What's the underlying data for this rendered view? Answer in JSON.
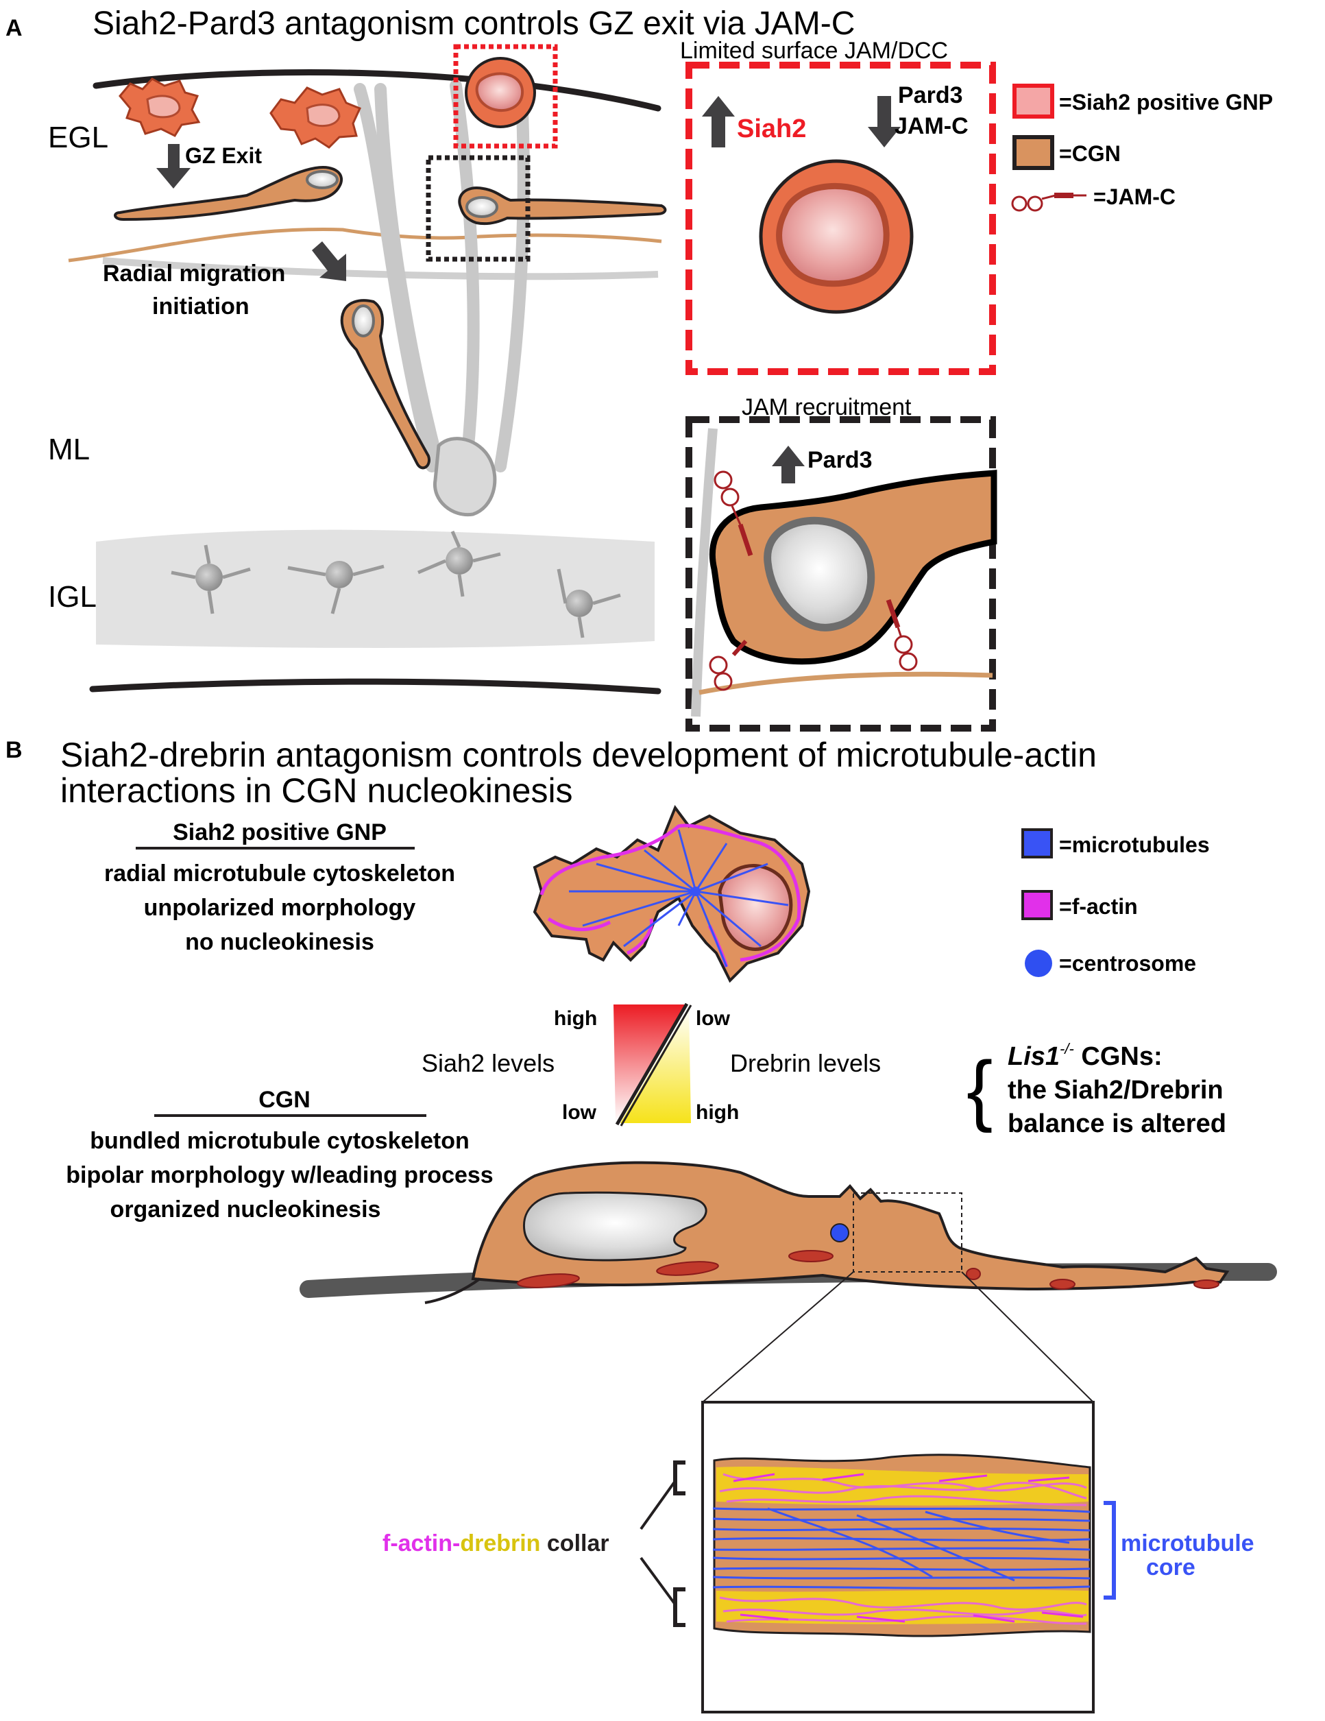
{
  "panel_a": {
    "letter": "A",
    "title": "Siah2-Pard3 antagonism controls GZ exit via JAM-C",
    "layers": [
      "EGL",
      "ML",
      "IGL"
    ],
    "gz_exit": "GZ Exit",
    "radial_migration": [
      "Radial migration",
      "initiation"
    ],
    "limited_surface": "Limited surface JAM/DCC",
    "siah2": "Siah2",
    "pard3_jamc": [
      "Pard3",
      "JAM-C"
    ],
    "jam_recruitment": "JAM recruitment",
    "pard3": "Pard3",
    "legend": [
      "=Siah2 positive GNP",
      "=CGN",
      "=JAM-C"
    ],
    "colors": {
      "gnp": "#e8704a",
      "cgn": "#d9935f",
      "jamc": "#a51f24",
      "red_box": "#ee1c25"
    }
  },
  "panel_b": {
    "letter": "B",
    "title_line1": "Siah2-drebrin antagonism controls development of microtubule-actin",
    "title_line2": "interactions in CGN nucleokinesis",
    "gnp_heading": "Siah2 positive GNP",
    "gnp_lines": [
      "radial microtubule cytoskeleton",
      "unpolarized morphology",
      "no nucleokinesis"
    ],
    "cgn_heading": "CGN",
    "cgn_lines": [
      "bundled microtubule cytoskeleton",
      "bipolar morphology w/leading process",
      "organized nucleokinesis"
    ],
    "legend": [
      "=microtubules",
      "=f-actin",
      "=centrosome"
    ],
    "gradient": {
      "high_left": "high",
      "low_right": "low",
      "low_left": "low",
      "high_right": "high",
      "siah2_levels": "Siah2 levels",
      "drebrin_levels": "Drebrin levels"
    },
    "lis1": {
      "gene": "Lis1",
      "superscript": "-/-",
      "suffix": " CGNs:",
      "line2": "the Siah2/Drebrin",
      "line3": "balance is altered"
    },
    "collar": {
      "factin": "f-actin",
      "dash": "-",
      "drebrin": "drebrin",
      "word": " collar"
    },
    "microtubule_core": [
      "microtubule",
      "core"
    ],
    "colors": {
      "microtubules": "#3953f5",
      "factin": "#e130ea",
      "centrosome": "#2f4ff1",
      "drebrin": "#f2d21a"
    }
  }
}
